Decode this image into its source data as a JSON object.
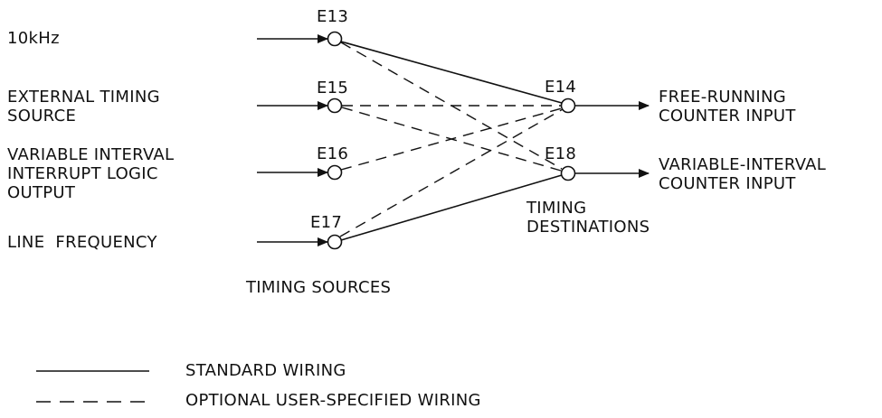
{
  "sources": [
    {
      "id": "src-10khz",
      "lines": [
        "10kHz"
      ]
    },
    {
      "id": "src-external-timing",
      "lines": [
        "EXTERNAL TIMING",
        "SOURCE"
      ]
    },
    {
      "id": "src-variable-interval-logic",
      "lines": [
        "VARIABLE INTERVAL",
        "INTERRUPT LOGIC",
        "OUTPUT"
      ]
    },
    {
      "id": "src-line-frequency",
      "lines": [
        "LINE  FREQUENCY"
      ]
    }
  ],
  "source_nodes": [
    "E13",
    "E15",
    "E16",
    "E17"
  ],
  "destination_nodes": [
    "E14",
    "E18"
  ],
  "destinations": [
    {
      "id": "dst-free-running",
      "lines": [
        "FREE-RUNNING",
        "COUNTER INPUT"
      ]
    },
    {
      "id": "dst-variable-interval",
      "lines": [
        "VARIABLE-INTERVAL",
        "COUNTER INPUT"
      ]
    }
  ],
  "group_labels": {
    "timing_sources": "TIMING SOURCES",
    "timing_destinations": [
      "TIMING",
      "DESTINATIONS"
    ]
  },
  "connections": [
    {
      "from": "E13",
      "to": "E14",
      "style": "standard"
    },
    {
      "from": "E13",
      "to": "E18",
      "style": "optional"
    },
    {
      "from": "E15",
      "to": "E14",
      "style": "optional"
    },
    {
      "from": "E15",
      "to": "E18",
      "style": "optional"
    },
    {
      "from": "E16",
      "to": "E14",
      "style": "optional"
    },
    {
      "from": "E17",
      "to": "E14",
      "style": "optional"
    },
    {
      "from": "E17",
      "to": "E18",
      "style": "standard"
    }
  ],
  "legend": {
    "standard": "STANDARD WIRING",
    "optional": "OPTIONAL USER-SPECIFIED WIRING"
  },
  "colors": {
    "ink": "#111111",
    "background": "#ffffff"
  }
}
